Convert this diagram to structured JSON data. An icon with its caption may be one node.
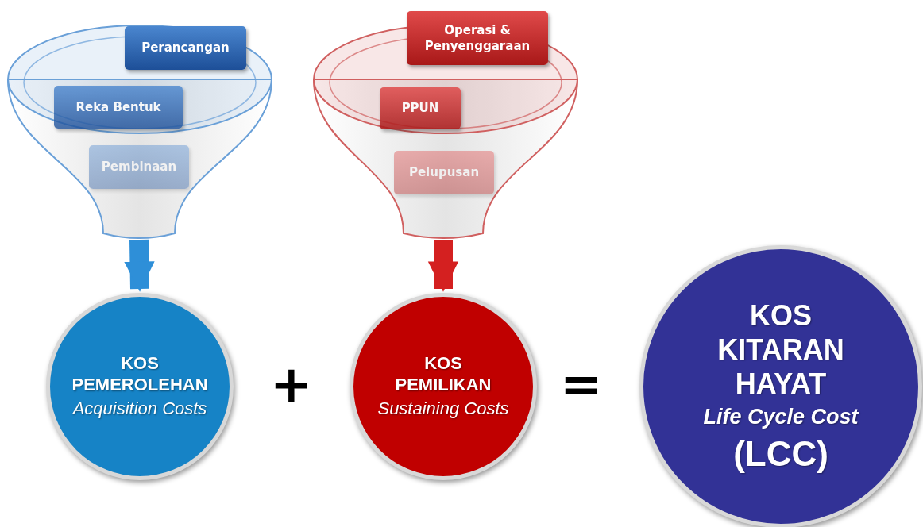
{
  "diagram": {
    "nodes": [
      {
        "text": [],
        "shape": "funnel"
      },
      {
        "text": [
          "Perancangan"
        ]
      },
      {
        "text": [
          "Reka Bentuk"
        ],
        "in": 0
      },
      {
        "text": [
          "Pembinaan"
        ],
        "in": 0
      },
      {
        "text": [],
        "shape": "funnel"
      },
      {
        "text": [
          "Operasi & Penyenggaraan"
        ]
      },
      {
        "text": [
          "PPUN"
        ],
        "in": 4
      },
      {
        "text": [
          "Pelupusan"
        ],
        "in": 4
      },
      {
        "text": [
          "KOS PEMEROLEHAN",
          "Acquisition Costs"
        ]
      },
      {
        "text": [
          "KOS PEMILIKAN",
          "Sustaining Costs"
        ]
      },
      {
        "text": [
          "KOS KITARAN HAYAT",
          "Life Cycle Cost",
          "(LCC)"
        ]
      }
    ],
    "edges": [
      {
        "from": 0,
        "to": 8,
        "arrow": "to",
        "color": "#2e8fd8"
      },
      {
        "from": 4,
        "to": 9,
        "arrow": "to",
        "color": "#d42020"
      }
    ],
    "labels": [
      "+",
      "="
    ]
  }
}
